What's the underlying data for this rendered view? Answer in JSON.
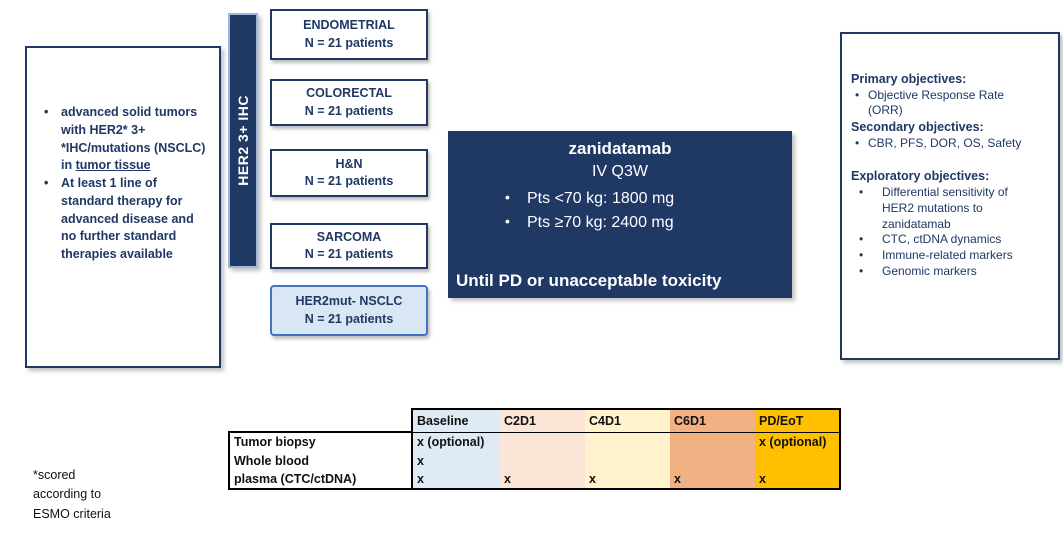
{
  "colors": {
    "navy": "#1F3864",
    "bar_border_blue": "#9DB6DC",
    "highlight_fill": "#D9E7F5",
    "highlight_border": "#4472C4",
    "baseline_fill": "#DEEAF6",
    "c2d1_fill": "#FBE5D6",
    "c4d1_fill": "#FFF2CC",
    "c6d1_fill": "#F2B183",
    "pdeot_fill": "#FFC000"
  },
  "eligibility": {
    "bullet1_text": "advanced solid tumors with HER2* 3+ *IHC/mutations (NSCLC) in ",
    "bullet1_underline": "tumor tissue",
    "bullet2": "At least 1 line of standard therapy for advanced disease and no further standard therapies available"
  },
  "her2_bar": {
    "label": "HER2 3+ IHC"
  },
  "cohorts": [
    {
      "name": "ENDOMETRIAL",
      "n": "N = 21 patients"
    },
    {
      "name": "COLORECTAL",
      "n": "N = 21 patients"
    },
    {
      "name": "H&N",
      "n": "N = 21 patients"
    },
    {
      "name": "SARCOMA",
      "n": "N = 21 patients"
    },
    {
      "name": "HER2mut- NSCLC",
      "n": "N = 21 patients"
    }
  ],
  "treatment": {
    "drug": "zanidatamab",
    "schedule": "IV Q3W",
    "doses": [
      "Pts <70 kg: 1800 mg",
      "Pts ≥70 kg: 2400 mg"
    ],
    "duration": "Until PD or unacceptable toxicity"
  },
  "objectives": {
    "primary_label": "Primary objectives:",
    "primary_items": [
      "Objective Response Rate (ORR)"
    ],
    "secondary_label": "Secondary objectives:",
    "secondary_items": [
      "CBR, PFS, DOR, OS, Safety"
    ],
    "exploratory_label": "Exploratory objectives:",
    "exploratory_items": [
      "Differential sensitivity of HER2 mutations to zanidatamab",
      "CTC, ctDNA dynamics",
      "Immune-related markers",
      "Genomic markers"
    ]
  },
  "sample_table": {
    "columns": [
      {
        "label": "Baseline",
        "color": "#DEEAF6"
      },
      {
        "label": "C2D1",
        "color": "#FBE5D6"
      },
      {
        "label": "C4D1",
        "color": "#FFF2CC"
      },
      {
        "label": "C6D1",
        "color": "#F2B183"
      },
      {
        "label": "PD/EoT",
        "color": "#FFC000"
      }
    ],
    "rows": [
      {
        "label": "Tumor biopsy",
        "cells": [
          "x (optional)",
          "",
          "",
          "",
          "x (optional)"
        ]
      },
      {
        "label": "Whole blood",
        "cells": [
          "x",
          "",
          "",
          "",
          ""
        ]
      },
      {
        "label": "plasma (CTC/ctDNA)",
        "cells": [
          "x",
          "x",
          "x",
          "x",
          "x"
        ]
      }
    ]
  },
  "footnote": "*scored\naccording to\nESMO criteria"
}
